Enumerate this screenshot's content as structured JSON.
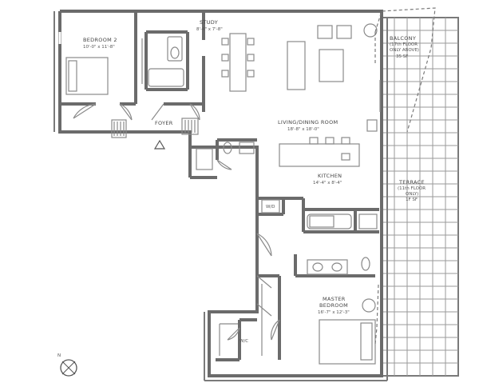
{
  "rooms": {
    "bedroom2": {
      "name": "BEDROOM 2",
      "dims": "10'-0\" x 11'-8\""
    },
    "study": {
      "name": "STUDY",
      "dims": "8'-4\" x 7'-8\""
    },
    "balcony": {
      "name_line1": "BALCONY",
      "name_line2": "(17th FLOOR",
      "name_line3": "ONLY ABOVE)",
      "dims": "35 SF"
    },
    "foyer": {
      "name": "FOYER"
    },
    "living": {
      "name": "LIVING/DINING ROOM",
      "dims": "18'-8\" x 18'-0\""
    },
    "kitchen": {
      "name": "KITCHEN",
      "dims": "14'-4\" x 8'-4\""
    },
    "terrace": {
      "name_line1": "TERRACE",
      "name_line2": "(11th FLOOR",
      "name_line3": "ONLY)",
      "dims": "1F SF"
    },
    "wd": {
      "name": "W/D"
    },
    "master": {
      "name_line1": "MASTER",
      "name_line2": "BEDROOM",
      "dims": "16'-7\" x 12'-3\""
    },
    "wic": {
      "name": "W/C"
    }
  },
  "compass": {
    "label": "N"
  }
}
